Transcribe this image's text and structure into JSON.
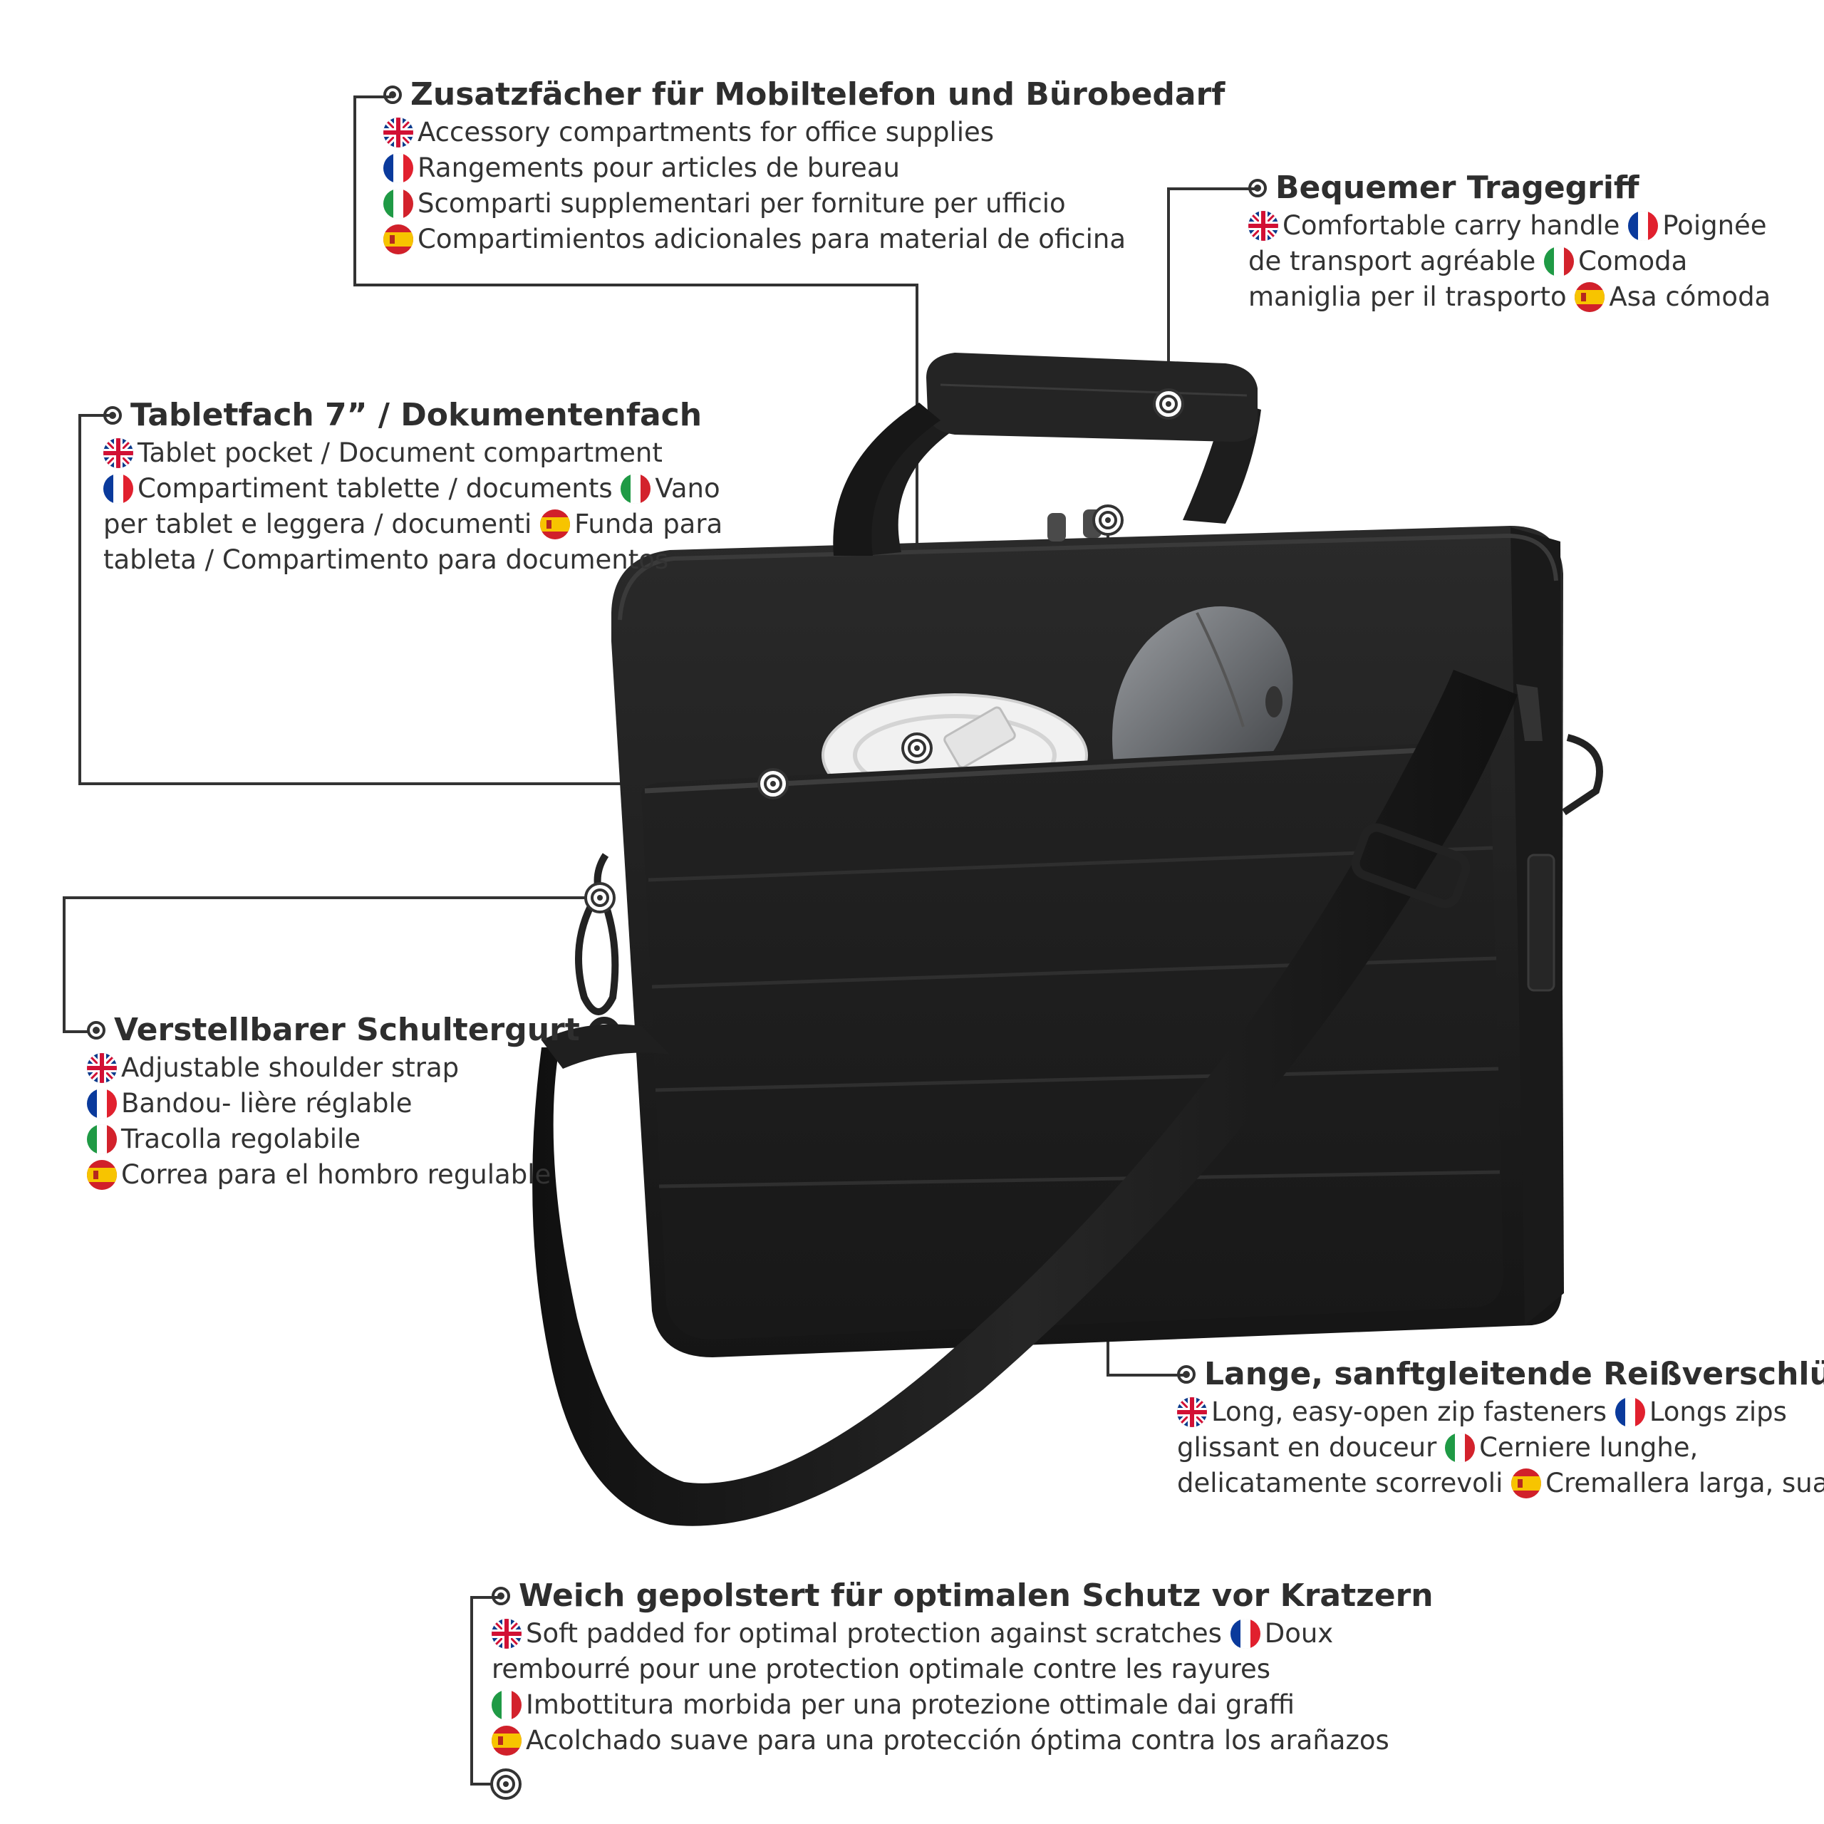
{
  "colors": {
    "text": "#333333",
    "heading": "#2e2e2e",
    "leader_line": "#333333",
    "bag_body": "#1c1c1c",
    "strap": "#141414",
    "mouse": "#6f7276",
    "cable": "#ececec"
  },
  "icons": {
    "bullet": "target-bullet-icon",
    "marker": "concentric-target-icon",
    "flags": [
      "uk-flag-icon",
      "france-flag-icon",
      "italy-flag-icon",
      "spain-flag-icon"
    ]
  },
  "callouts": {
    "compartments": {
      "heading": "Zusatzfächer für Mobiltelefon und Bürobedarf",
      "lines": [
        [
          {
            "flag": "uk",
            "text": "Accessory compartments for office supplies"
          }
        ],
        [
          {
            "flag": "fr",
            "text": "Rangements pour articles de bureau"
          }
        ],
        [
          {
            "flag": "it",
            "text": "Scomparti supplementari per forniture per ufficio"
          }
        ],
        [
          {
            "flag": "es",
            "text": "Compartimientos adicionales para material de oficina"
          }
        ]
      ]
    },
    "handle": {
      "heading": "Bequemer Tragegriff",
      "lines": [
        [
          {
            "flag": "uk",
            "text": "Comfortable carry handle "
          },
          {
            "flag": "fr",
            "text": "Poignée"
          }
        ],
        [
          {
            "text": "de transport agréable "
          },
          {
            "flag": "it",
            "text": "Comoda"
          }
        ],
        [
          {
            "text": "maniglia per il trasporto "
          },
          {
            "flag": "es",
            "text": "Asa cómoda"
          }
        ]
      ]
    },
    "tablet": {
      "heading": "Tabletfach 7” / Dokumentenfach",
      "lines": [
        [
          {
            "flag": "uk",
            "text": "Tablet pocket / Document compartment"
          }
        ],
        [
          {
            "flag": "fr",
            "text": "Compartiment tablette / documents "
          },
          {
            "flag": "it",
            "text": "Vano"
          }
        ],
        [
          {
            "text": "per tablet e leggera / documenti "
          },
          {
            "flag": "es",
            "text": "Funda para"
          }
        ],
        [
          {
            "text": "tableta / Compartimento para documentos"
          }
        ]
      ]
    },
    "strap": {
      "heading": "Verstellbarer Schultergurt",
      "lines": [
        [
          {
            "flag": "uk",
            "text": "Adjustable shoulder strap"
          }
        ],
        [
          {
            "flag": "fr",
            "text": "Bandou- lière réglable"
          }
        ],
        [
          {
            "flag": "it",
            "text": "Tracolla regolabile"
          }
        ],
        [
          {
            "flag": "es",
            "text": "Correa para el hombro regulable"
          }
        ]
      ]
    },
    "zips": {
      "heading": "Lange, sanftgleitende Reißverschlüsse",
      "lines": [
        [
          {
            "flag": "uk",
            "text": "Long, easy-open zip fasteners "
          },
          {
            "flag": "fr",
            "text": "Longs zips"
          }
        ],
        [
          {
            "text": "glissant en douceur "
          },
          {
            "flag": "it",
            "text": "Cerniere lunghe,"
          }
        ],
        [
          {
            "text": "delicatamente scorrevoli "
          },
          {
            "flag": "es",
            "text": "Cremallera larga, suave"
          }
        ]
      ]
    },
    "padding": {
      "heading": "Weich gepolstert für optimalen Schutz vor Kratzern",
      "lines": [
        [
          {
            "flag": "uk",
            "text": "Soft padded for optimal protection against scratches "
          },
          {
            "flag": "fr",
            "text": "Doux"
          }
        ],
        [
          {
            "text": "rembourré pour une protection optimale contre les rayures"
          }
        ],
        [
          {
            "flag": "it",
            "text": "Imbottitura morbida per una protezione ottimale dai graffi"
          }
        ],
        [
          {
            "flag": "es",
            "text": "Acolchado suave para una protección óptima contra los arañazos"
          }
        ]
      ]
    }
  }
}
